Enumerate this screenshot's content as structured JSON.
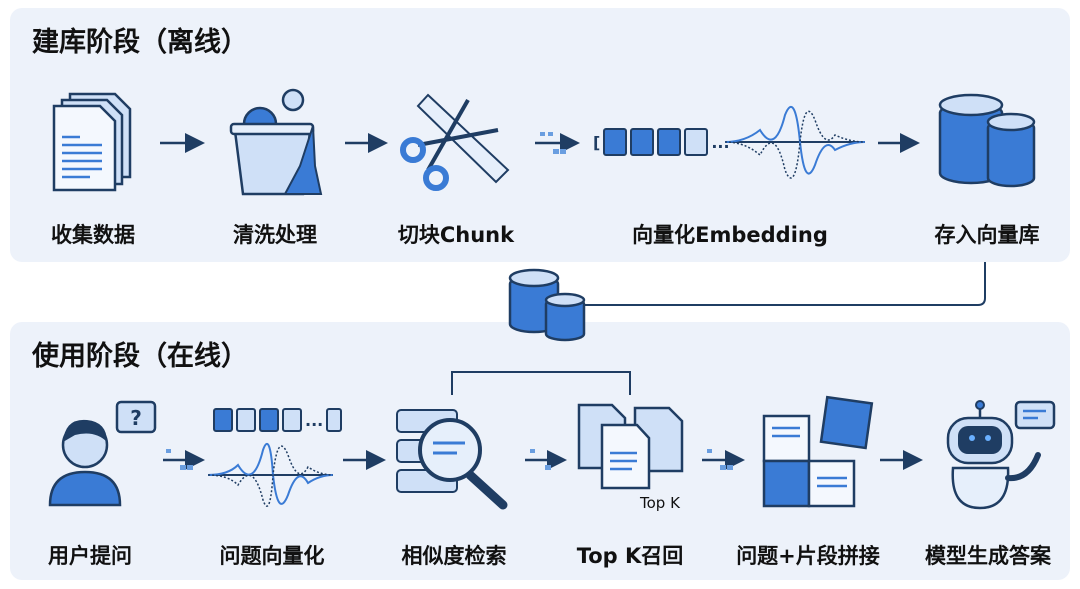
{
  "offline": {
    "title": "建库阶段（离线）",
    "steps": [
      {
        "label": "收集数据",
        "icon": "documents-icon"
      },
      {
        "label": "清洗处理",
        "icon": "cleaning-bucket-icon"
      },
      {
        "label": "切块Chunk",
        "icon": "scissors-icon"
      },
      {
        "label": "向量化Embedding",
        "icon": "embedding-wave-icon"
      },
      {
        "label": "存入向量库",
        "icon": "database-icon"
      }
    ]
  },
  "online": {
    "title": "使用阶段（在线）",
    "steps": [
      {
        "label": "用户提问",
        "icon": "user-question-icon"
      },
      {
        "label": "问题向量化",
        "icon": "embedding-wave-icon"
      },
      {
        "label": "相似度检索",
        "icon": "magnifier-search-icon"
      },
      {
        "label": "Top K召回",
        "icon": "documents-icon",
        "caption": "Top K"
      },
      {
        "label": "问题+片段拼接",
        "icon": "puzzle-icon"
      },
      {
        "label": "模型生成答案",
        "icon": "robot-icon"
      }
    ]
  },
  "vector_ellipsis": "...",
  "colors": {
    "panel": "#edf2fa",
    "dark": "#1f3d63",
    "blue": "#3a7bd5",
    "light": "#cfe0f7"
  }
}
